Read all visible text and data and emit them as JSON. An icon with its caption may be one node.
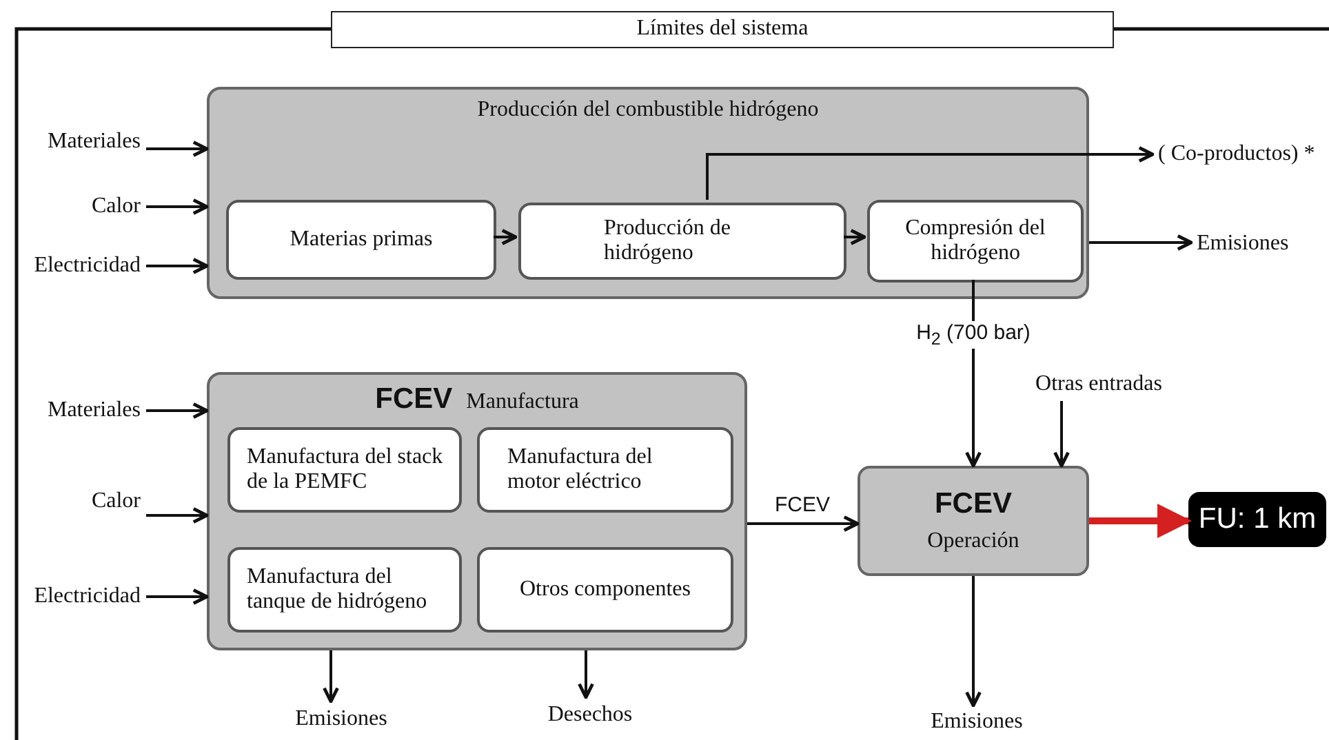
{
  "diagram": {
    "nodes": [
      {
        "text": [
          "Límites del sistema"
        ]
      },
      {
        "text": [
          "Producción del combustible hidrógeno"
        ]
      },
      {
        "text": [
          "Materias primas"
        ],
        "in": 1
      },
      {
        "text": [
          "Producción de hidrógeno"
        ],
        "in": 1
      },
      {
        "text": [
          "Compresión del hidrógeno"
        ],
        "in": 1
      },
      {
        "text": [
          "Materiales"
        ]
      },
      {
        "text": [
          "Calor"
        ]
      },
      {
        "text": [
          "Electricidad"
        ]
      },
      {
        "text": [
          "( Co-productos) *"
        ]
      },
      {
        "text": [
          "Emisiones"
        ]
      },
      {
        "text": [
          "FCEV",
          "Manufactura"
        ]
      },
      {
        "text": [
          "Manufactura del stack de la PEMFC"
        ],
        "in": 10
      },
      {
        "text": [
          "Manufactura del motor eléctrico"
        ],
        "in": 10
      },
      {
        "text": [
          "Manufactura del tanque de hidrógeno"
        ],
        "in": 10
      },
      {
        "text": [
          "Otros componentes"
        ],
        "in": 10
      },
      {
        "text": [
          "Materiales"
        ]
      },
      {
        "text": [
          "Calor"
        ]
      },
      {
        "text": [
          "Electricidad"
        ]
      },
      {
        "text": [
          "Emisiones"
        ]
      },
      {
        "text": [
          "Desechos"
        ]
      },
      {
        "text": [
          "FCEV",
          "Operación"
        ]
      },
      {
        "text": [
          "Otras entradas"
        ]
      },
      {
        "text": [
          "FU: 1 km"
        ]
      },
      {
        "text": [
          "Emisiones"
        ]
      }
    ],
    "edges": [
      {
        "from": 5,
        "to": 1,
        "arrow": "to"
      },
      {
        "from": 6,
        "to": 1,
        "arrow": "to"
      },
      {
        "from": 7,
        "to": 1,
        "arrow": "to"
      },
      {
        "from": 2,
        "to": 3,
        "arrow": "to"
      },
      {
        "from": 3,
        "to": 4,
        "arrow": "to"
      },
      {
        "from": 3,
        "to": 8,
        "arrow": "to"
      },
      {
        "from": 1,
        "to": 9,
        "arrow": "to"
      },
      {
        "from": 4,
        "to": 20,
        "arrow": "to",
        "label": "H$_{2}$ (700 bar)"
      },
      {
        "from": 15,
        "to": 10,
        "arrow": "to"
      },
      {
        "from": 16,
        "to": 10,
        "arrow": "to"
      },
      {
        "from": 17,
        "to": 10,
        "arrow": "to"
      },
      {
        "from": 10,
        "to": 18,
        "arrow": "to"
      },
      {
        "from": 10,
        "to": 19,
        "arrow": "to"
      },
      {
        "from": 10,
        "to": 20,
        "arrow": "to",
        "label": "FCEV"
      },
      {
        "from": 21,
        "to": 20,
        "arrow": "to"
      },
      {
        "from": 20,
        "to": 22,
        "arrow": "to",
        "style": "thick",
        "color": "#d42020"
      },
      {
        "from": 20,
        "to": 23,
        "arrow": "to"
      }
    ]
  }
}
